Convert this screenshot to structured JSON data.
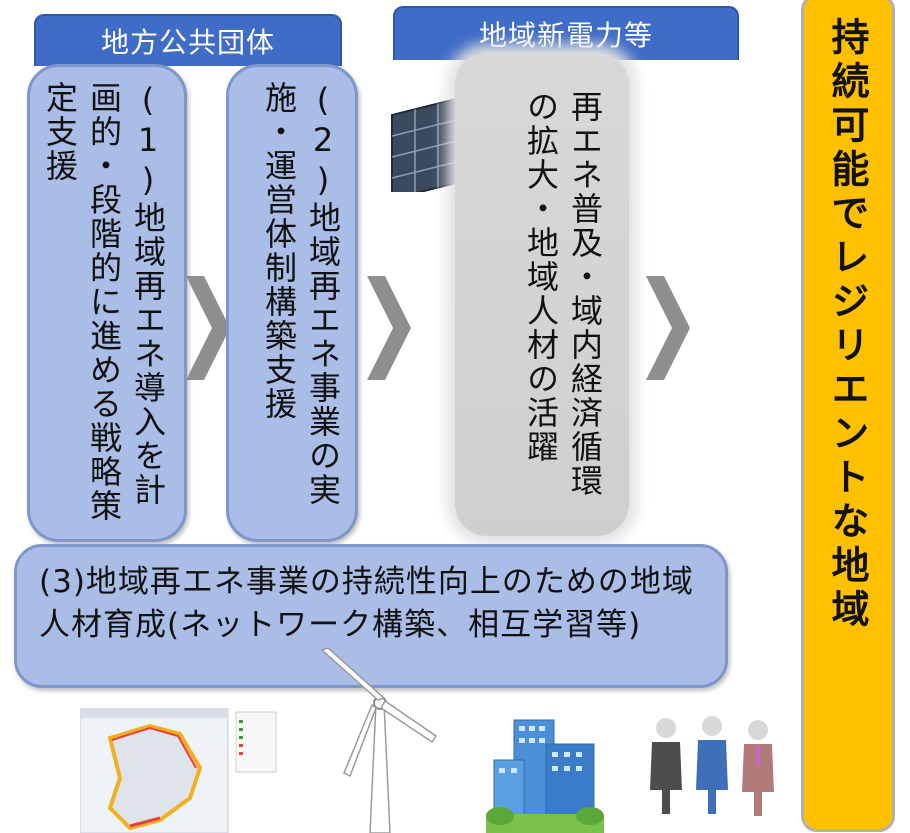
{
  "headers": {
    "local_gov": "地方公共団体",
    "power_company": "地域新電力等"
  },
  "boxes": {
    "box1": "(1)地域再エネ導入を計画的・段階的に進める戦略策定支援",
    "box2": "(2)地域再エネ事業の実施・運営体制構築支援",
    "box3": "再エネ普及・域内経済循環の拡大・地域人材の活躍",
    "bottom": "(3)地域再エネ事業の持続性向上のための地域人材育成(ネットワーク構築、相互学習等)"
  },
  "result": {
    "label": "持続可能でレジリエントな地域"
  },
  "colors": {
    "header_blue": "#3f6cc6",
    "box_blue": "#a9bde6",
    "result_yellow": "#ffc000",
    "chevron_gray": "#8f8f8f"
  },
  "icons": [
    "solar-panel-icon",
    "chevron-right-icon",
    "map-icon",
    "wind-turbine-icon",
    "building-icon",
    "people-icon"
  ]
}
